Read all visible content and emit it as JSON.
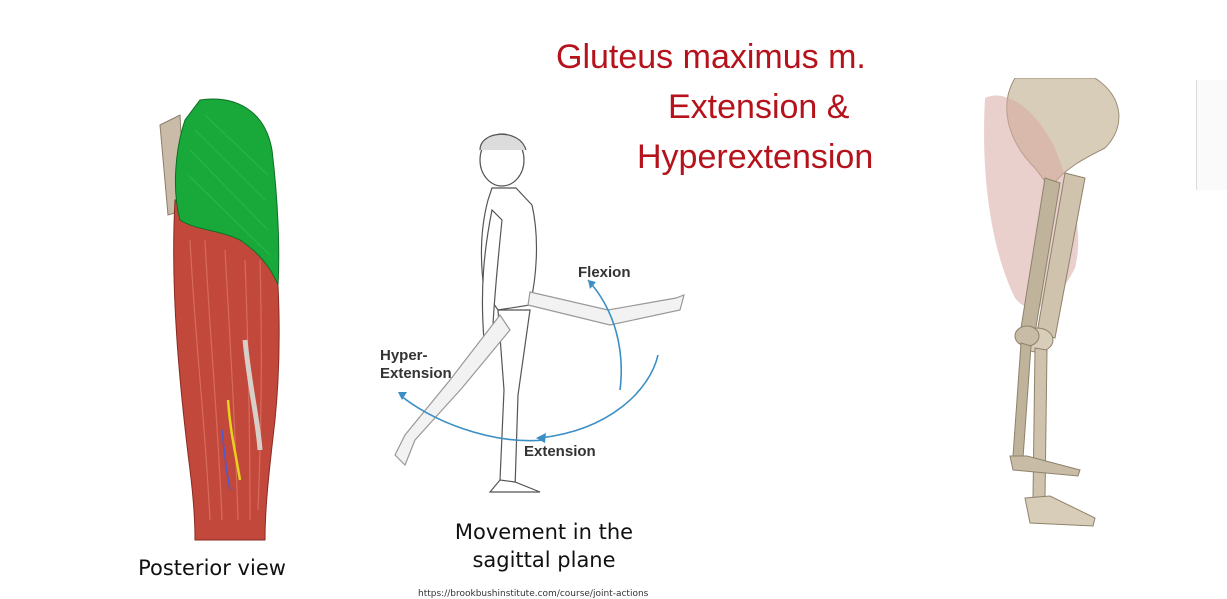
{
  "slide": {
    "title_lines": [
      "Gluteus maximus m.",
      "Extension &",
      "Hyperextension"
    ],
    "accent_color": "#b5121b"
  },
  "left_figure": {
    "caption": "Posterior view",
    "highlight_color": "#19a83a"
  },
  "middle_figure": {
    "labels": {
      "flexion": "Flexion",
      "hyper_line1": "Hyper-",
      "hyper_line2": "Extension",
      "extension": "Extension"
    },
    "caption_line1": "Movement in the",
    "caption_line2": "sagittal plane",
    "arrow_color": "#3b8fc4"
  },
  "source_text": "https://brookbushinstitute.com/course/joint-actions"
}
